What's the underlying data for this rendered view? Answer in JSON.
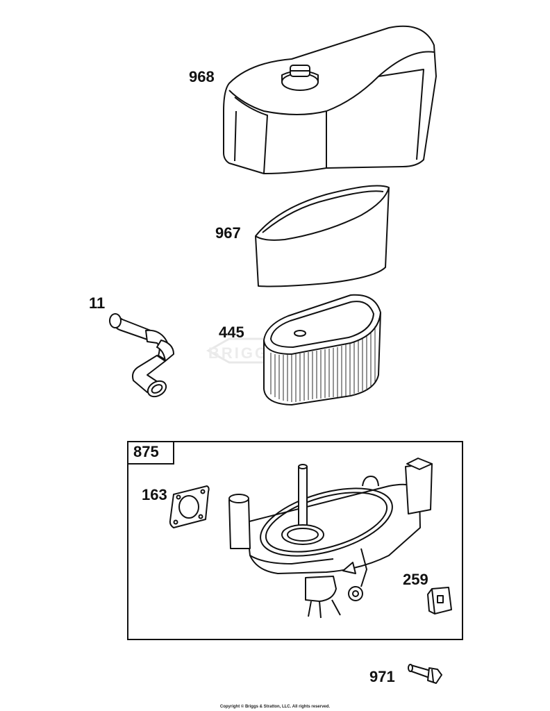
{
  "parts": {
    "cover": {
      "number": "968"
    },
    "pre_cleaner": {
      "number": "967"
    },
    "tube": {
      "number": "11"
    },
    "filter": {
      "number": "445"
    },
    "base_kit": {
      "number": "875"
    },
    "gasket": {
      "number": "163"
    },
    "clip": {
      "number": "259"
    },
    "screw": {
      "number": "971"
    }
  },
  "watermark": "BRIGGS",
  "copyright": "Copyright © Briggs & Stratton, LLC. All rights reserved.",
  "colors": {
    "line": "#111111",
    "watermark": "#e6e6e6"
  }
}
